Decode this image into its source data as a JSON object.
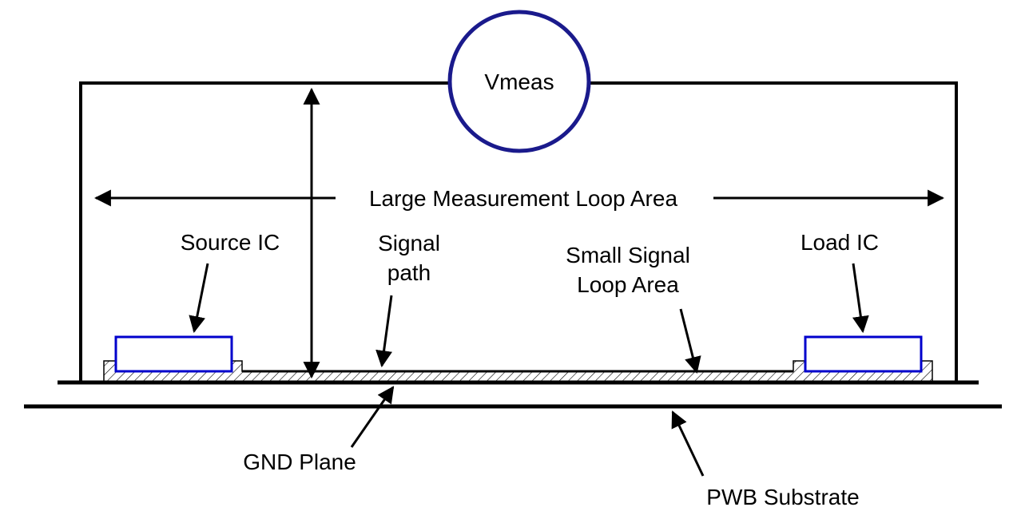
{
  "labels": {
    "meter": "Vmeas",
    "large_loop": "Large Measurement Loop Area",
    "source_ic": "Source IC",
    "signal_path_line1": "Signal",
    "signal_path_line2": "path",
    "small_loop_line1": "Small Signal",
    "small_loop_line2": "Loop Area",
    "load_ic": "Load IC",
    "gnd_plane": "GND Plane",
    "pwb_substrate": "PWB Substrate"
  },
  "colors": {
    "line": "#000000",
    "ic_outline": "#0000cc",
    "meter_outline": "#1a1a8c",
    "hatch": "#000000",
    "background": "#ffffff"
  }
}
